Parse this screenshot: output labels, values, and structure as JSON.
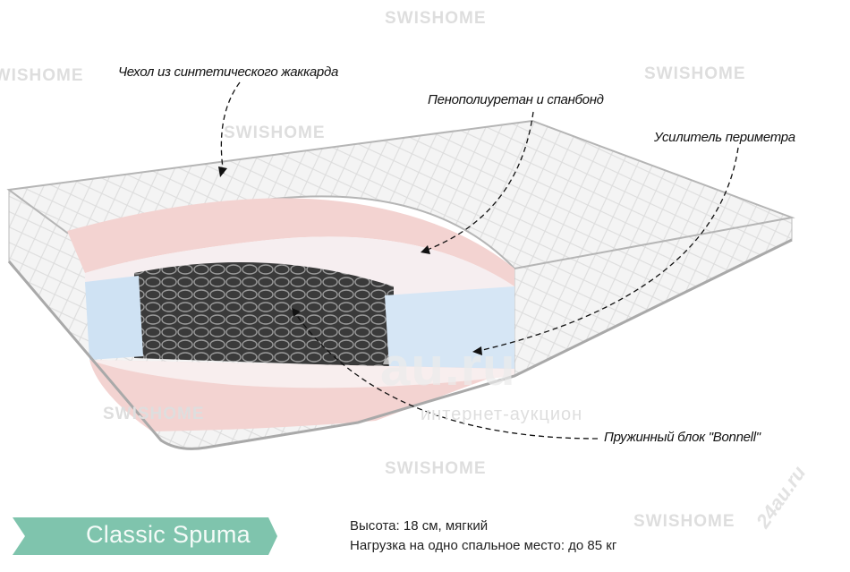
{
  "watermark": {
    "brand": "SWISHOME",
    "site": "24au.ru",
    "center_text": "au.ru",
    "center_subtext": "интернет-аукцион"
  },
  "callouts": [
    {
      "label": "Чехол из синтетического жаккарда"
    },
    {
      "label": "Пенополиуретан и спанбонд"
    },
    {
      "label": "Усилитель периметра"
    },
    {
      "label": "Пружинный блок \"Bonnell\""
    }
  ],
  "product": {
    "name": "Classic Spuma",
    "height_line": "Высота: 18 см, мягкий",
    "load_line": "Нагрузка на одно спальное место: до 85 кг"
  },
  "colors": {
    "banner": "#7fc4ad",
    "foam_pink": "#f4d6d4",
    "foam_blue": "#cfe3f4",
    "cover": "#f3f3f3"
  }
}
